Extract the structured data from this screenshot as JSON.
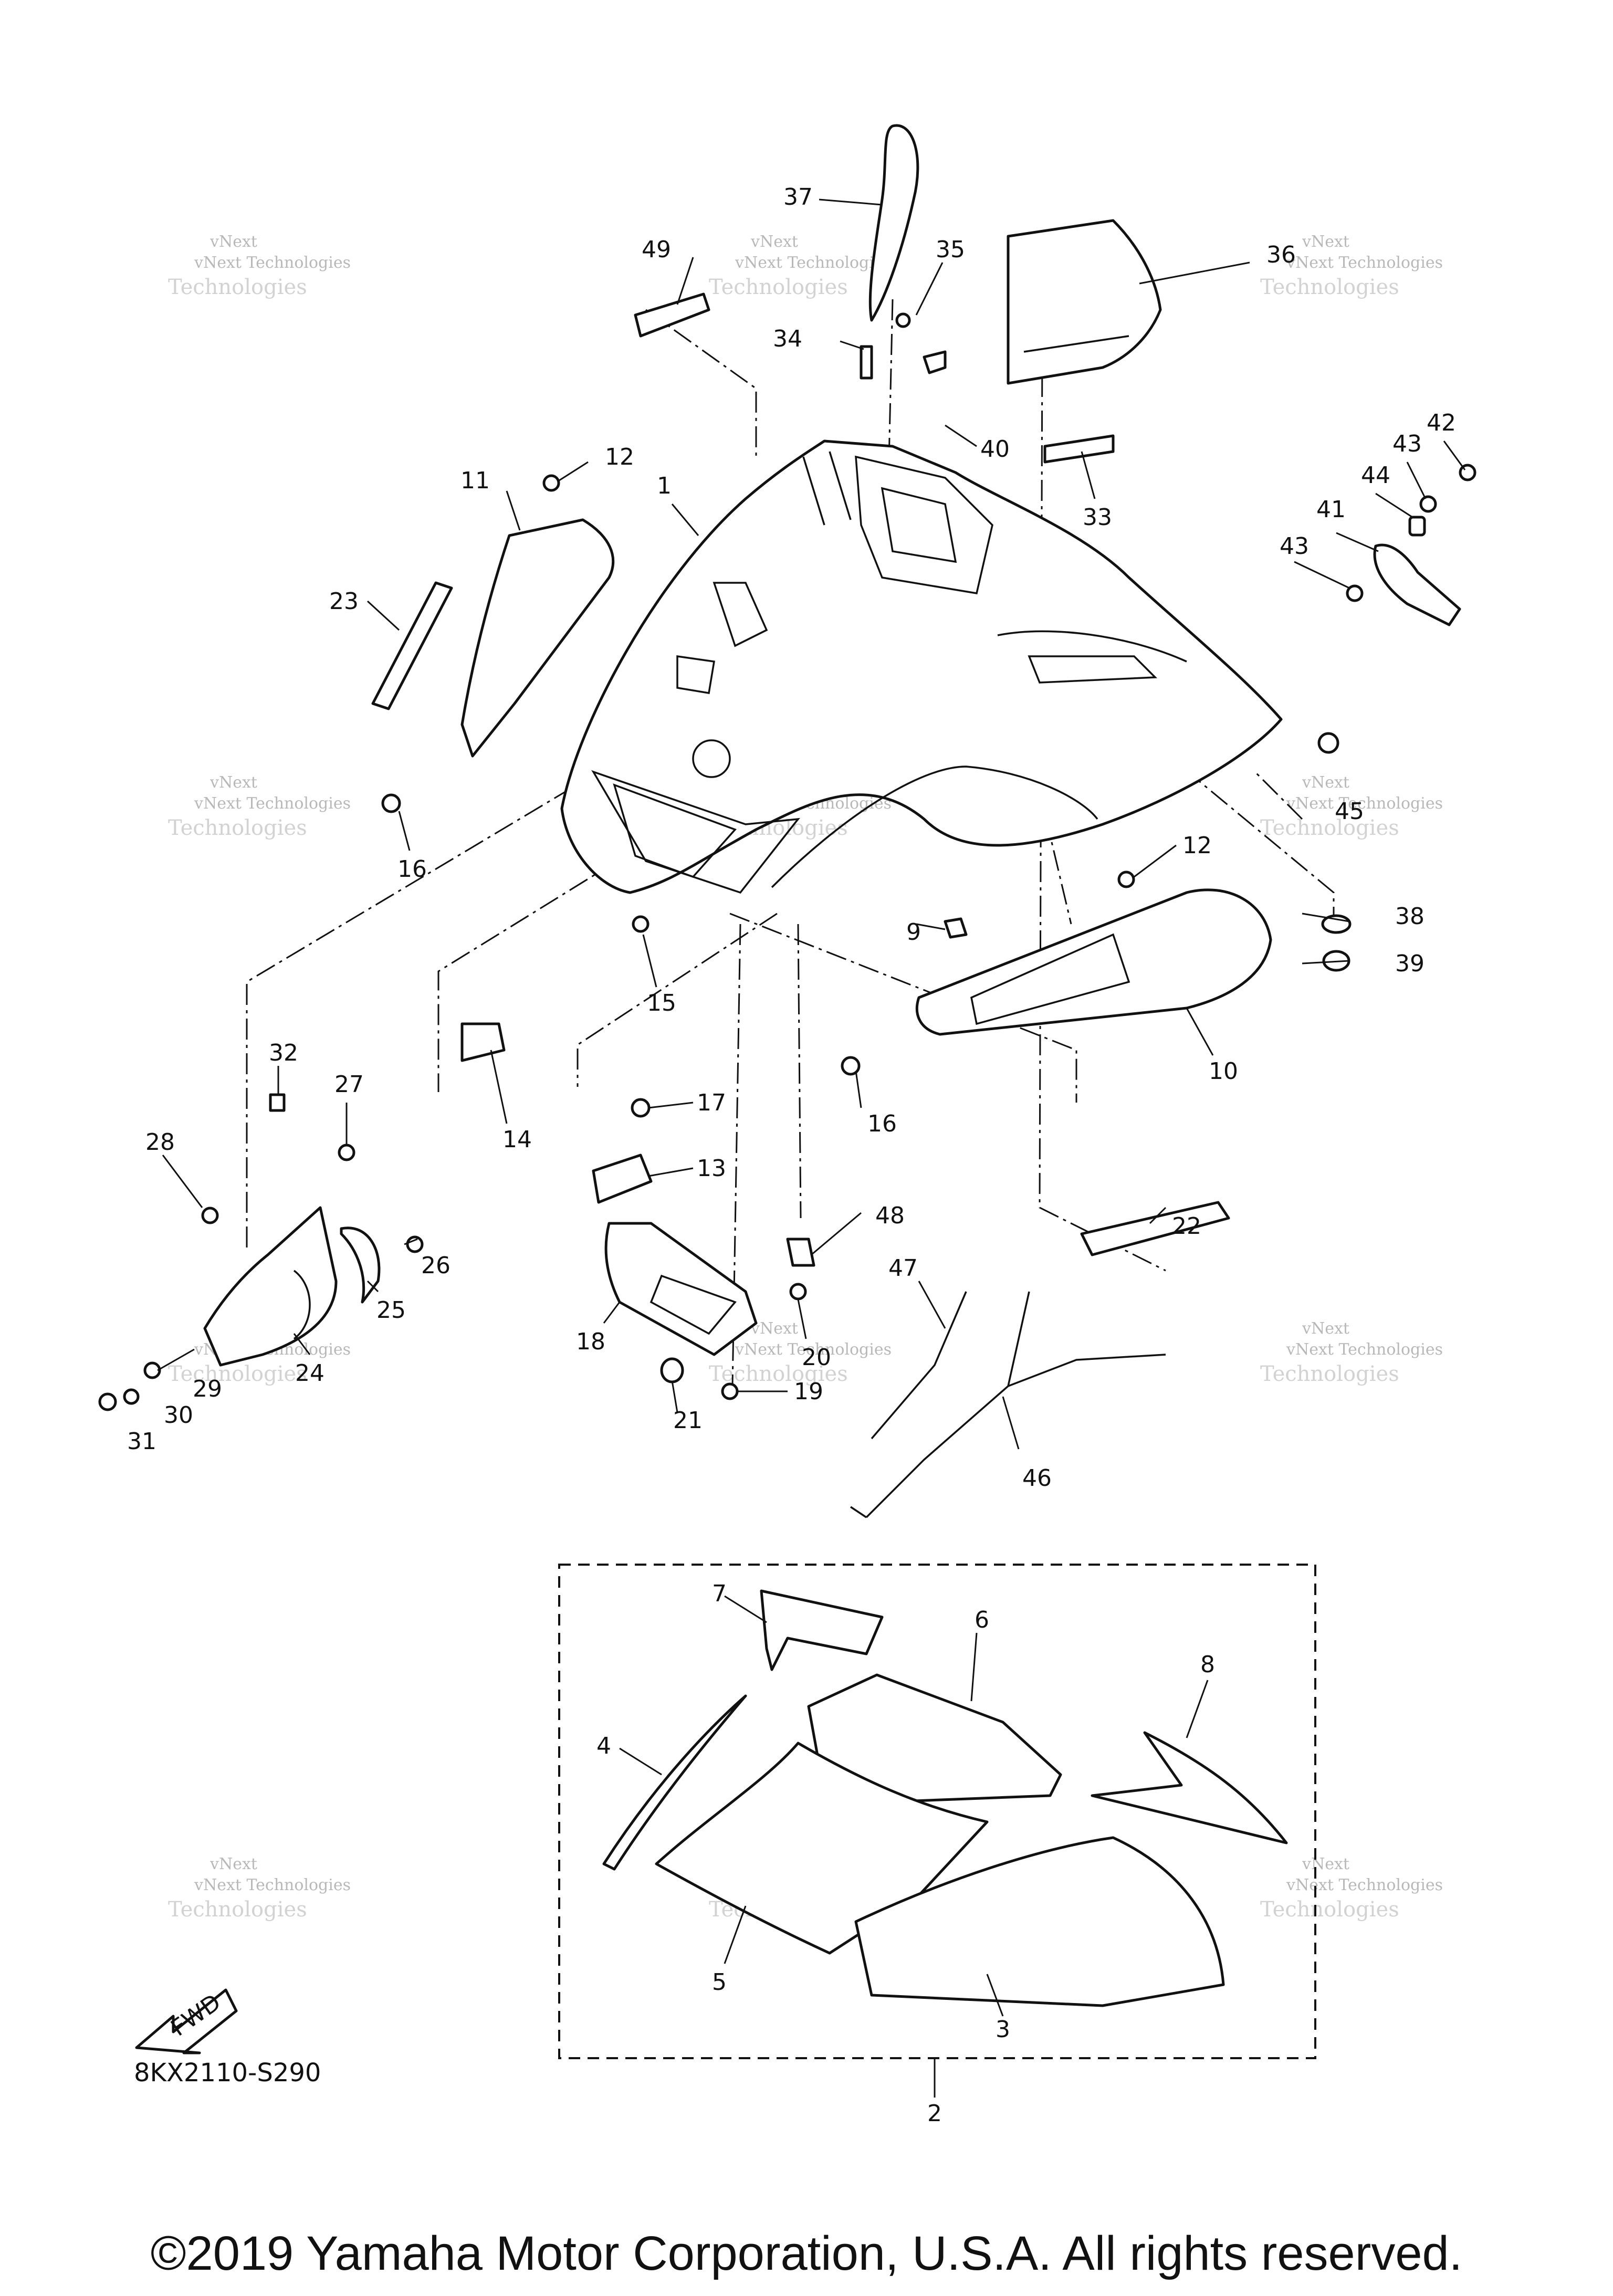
{
  "diagram_code": "8KX2110-S290",
  "copyright": "©2019 Yamaha Motor Corporation, U.S.A. All rights reserved.",
  "fwd_label": "FWD",
  "watermark": {
    "line1": "vNext",
    "line2": "vNext Technologies",
    "line3": "Technologies"
  },
  "callouts": [
    {
      "id": "1",
      "label": "1"
    },
    {
      "id": "2",
      "label": "2"
    },
    {
      "id": "3",
      "label": "3"
    },
    {
      "id": "4",
      "label": "4"
    },
    {
      "id": "5",
      "label": "5"
    },
    {
      "id": "6",
      "label": "6"
    },
    {
      "id": "7",
      "label": "7"
    },
    {
      "id": "8",
      "label": "8"
    },
    {
      "id": "9",
      "label": "9"
    },
    {
      "id": "10",
      "label": "10"
    },
    {
      "id": "11",
      "label": "11"
    },
    {
      "id": "12a",
      "label": "12"
    },
    {
      "id": "12b",
      "label": "12"
    },
    {
      "id": "13",
      "label": "13"
    },
    {
      "id": "14",
      "label": "14"
    },
    {
      "id": "15",
      "label": "15"
    },
    {
      "id": "16a",
      "label": "16"
    },
    {
      "id": "16b",
      "label": "16"
    },
    {
      "id": "17",
      "label": "17"
    },
    {
      "id": "18",
      "label": "18"
    },
    {
      "id": "19",
      "label": "19"
    },
    {
      "id": "20",
      "label": "20"
    },
    {
      "id": "21",
      "label": "21"
    },
    {
      "id": "22",
      "label": "22"
    },
    {
      "id": "23",
      "label": "23"
    },
    {
      "id": "24",
      "label": "24"
    },
    {
      "id": "25",
      "label": "25"
    },
    {
      "id": "26",
      "label": "26"
    },
    {
      "id": "27",
      "label": "27"
    },
    {
      "id": "28",
      "label": "28"
    },
    {
      "id": "29",
      "label": "29"
    },
    {
      "id": "30",
      "label": "30"
    },
    {
      "id": "31",
      "label": "31"
    },
    {
      "id": "32",
      "label": "32"
    },
    {
      "id": "33",
      "label": "33"
    },
    {
      "id": "34",
      "label": "34"
    },
    {
      "id": "35",
      "label": "35"
    },
    {
      "id": "36",
      "label": "36"
    },
    {
      "id": "37",
      "label": "37"
    },
    {
      "id": "38",
      "label": "38"
    },
    {
      "id": "39",
      "label": "39"
    },
    {
      "id": "40",
      "label": "40"
    },
    {
      "id": "41",
      "label": "41"
    },
    {
      "id": "42",
      "label": "42"
    },
    {
      "id": "43a",
      "label": "43"
    },
    {
      "id": "43b",
      "label": "43"
    },
    {
      "id": "44",
      "label": "44"
    },
    {
      "id": "45",
      "label": "45"
    },
    {
      "id": "46",
      "label": "46"
    },
    {
      "id": "47",
      "label": "47"
    },
    {
      "id": "48",
      "label": "48"
    },
    {
      "id": "49",
      "label": "49"
    }
  ]
}
